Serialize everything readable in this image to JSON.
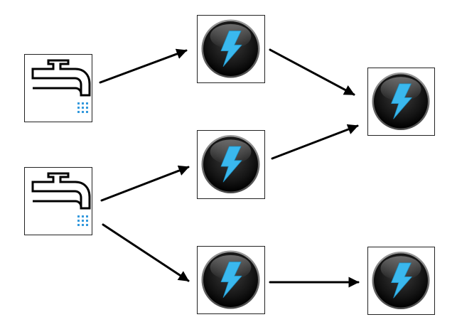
{
  "diagram": {
    "colors": {
      "background": "#ffffff",
      "box_border": "#222222",
      "arrow": "#000000",
      "tap_outline": "#000000",
      "water_drops": "#3399dd",
      "bolt_circle_dark": "#1a1a1a",
      "bolt_circle_rim": "#6e6e6e",
      "bolt_fill": "#3ab8ee"
    },
    "nodes": [
      {
        "id": "source-1",
        "kind": "tap",
        "icon": "water-tap-icon"
      },
      {
        "id": "source-2",
        "kind": "tap",
        "icon": "water-tap-icon"
      },
      {
        "id": "processor-1",
        "kind": "bolt",
        "icon": "lightning-bolt-icon"
      },
      {
        "id": "processor-2",
        "kind": "bolt",
        "icon": "lightning-bolt-icon"
      },
      {
        "id": "processor-3",
        "kind": "bolt",
        "icon": "lightning-bolt-icon"
      },
      {
        "id": "sink-1",
        "kind": "bolt",
        "icon": "lightning-bolt-icon"
      },
      {
        "id": "sink-2",
        "kind": "bolt",
        "icon": "lightning-bolt-icon"
      }
    ],
    "edges": [
      {
        "from": "source-1",
        "to": "processor-1"
      },
      {
        "from": "processor-1",
        "to": "sink-1"
      },
      {
        "from": "source-2",
        "to": "processor-2"
      },
      {
        "from": "processor-2",
        "to": "sink-1"
      },
      {
        "from": "source-2",
        "to": "processor-3"
      },
      {
        "from": "processor-3",
        "to": "sink-2"
      }
    ]
  }
}
